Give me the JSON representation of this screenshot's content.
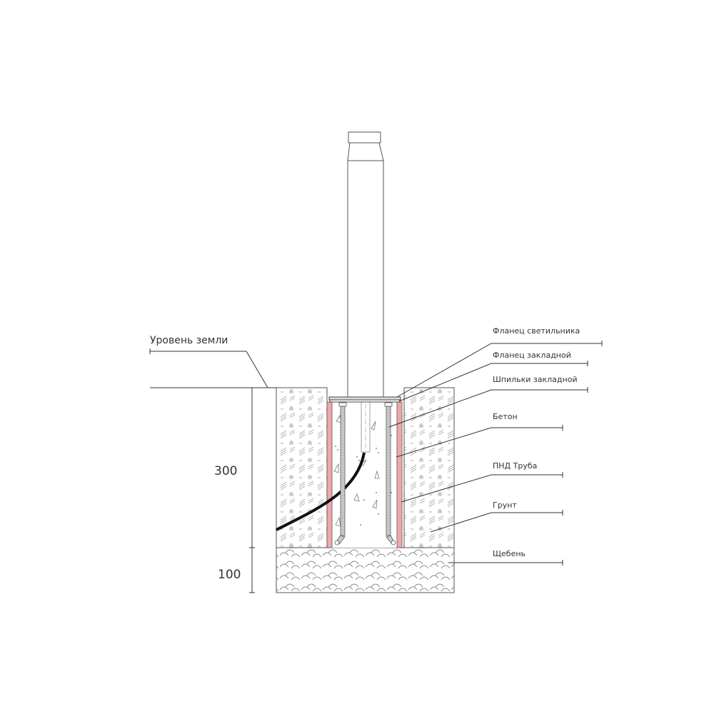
{
  "diagram": {
    "ground_level_label": "Уровень земли",
    "dimensions": {
      "upper": "300",
      "lower": "100"
    },
    "callouts": [
      "Фланец светильника",
      "Фланец закладной",
      "Шпильки закладной",
      "Бетон",
      "ПНД Труба",
      "Грунт",
      "Щебень"
    ],
    "colors": {
      "line": "#333333",
      "pipe": "#f0a8a8",
      "cable": "#111111"
    }
  }
}
